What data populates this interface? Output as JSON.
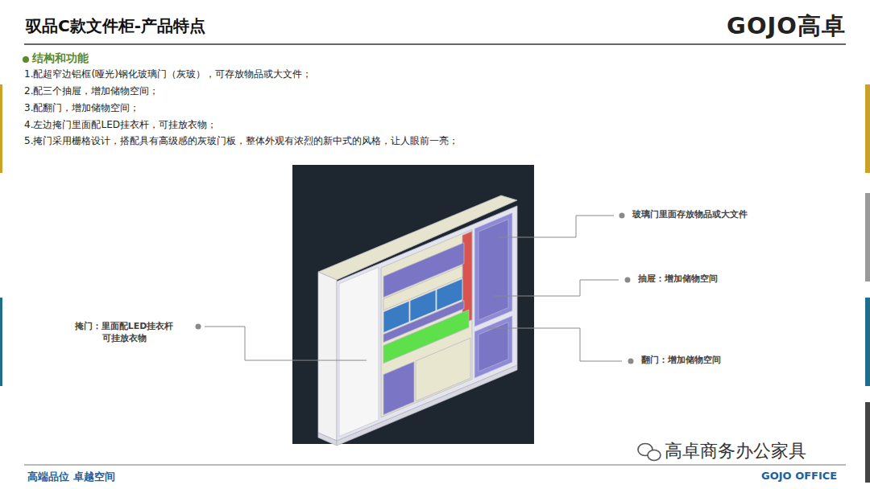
{
  "diagram": {
    "title": "驭品C款文件柜-产品特点",
    "labels": [
      "GOJO高卓",
      "结构和功能",
      "1.配超窄边铝框(哑光)钢化玻璃门（灰玻），可存放物品或大文件；",
      "2.配三个抽屉，增加储物空间；",
      "3.配翻门，增加储物空间；",
      "4.左边掩门里面配LED挂衣杆，可挂放衣物；",
      "5.掩门采用栅格设计，搭配具有高级感的灰玻门板，整体外观有浓烈的新中式的风格，让人眼前一亮；",
      "玻璃门里面存放物品或大文件",
      "抽屉：增加储物空间",
      "翻门：增加储物空间",
      "掩门：里面配LED挂衣杆 可挂放衣物",
      "高端品位 卓越空间",
      "GOJO OFFICE",
      "高卓商务办公家具"
    ]
  }
}
